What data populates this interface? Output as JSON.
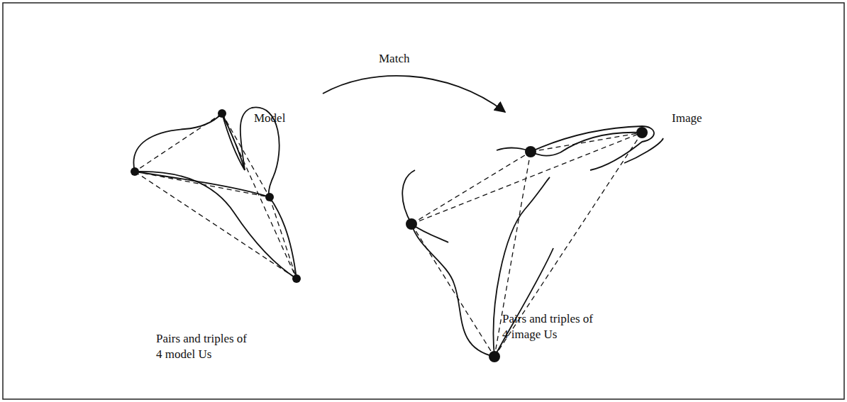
{
  "diagram": {
    "labels": [
      "Match",
      "Model",
      "Image",
      "Pairs and triples of 4 model Us",
      "Pairs and triples of 4 image Us"
    ]
  }
}
